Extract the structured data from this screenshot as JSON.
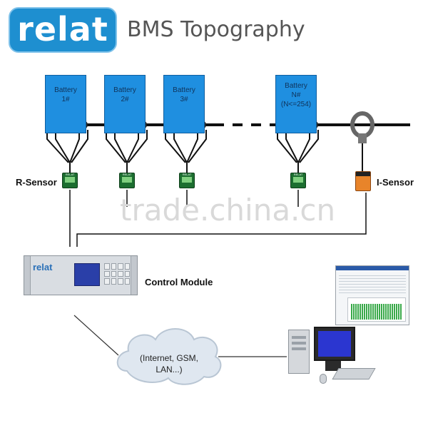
{
  "brand": {
    "logo_text": "relat",
    "title": "BMS Topography"
  },
  "batteries": [
    {
      "line1": "Battery",
      "line2": "1#",
      "line3": ""
    },
    {
      "line1": "Battery",
      "line2": "2#",
      "line3": ""
    },
    {
      "line1": "Battery",
      "line2": "3#",
      "line3": ""
    },
    {
      "line1": "Battery",
      "line2": "N#",
      "line3": "(N<=254)"
    }
  ],
  "sensor_tag": "RELAT",
  "labels": {
    "r_sensor": "R-Sensor",
    "i_sensor": "I-Sensor",
    "control_module": "Control Module"
  },
  "rack_logo": "relat",
  "cloud": {
    "line1": "(Internet, GSM,",
    "line2": "LAN...)"
  },
  "watermark": "trade.china.cn",
  "colors": {
    "brand": "#1e8fd0",
    "battery": "#1f8fe0",
    "sensor": "#1c6e30",
    "i_sensor": "#e8842a",
    "wire": "#111111"
  }
}
